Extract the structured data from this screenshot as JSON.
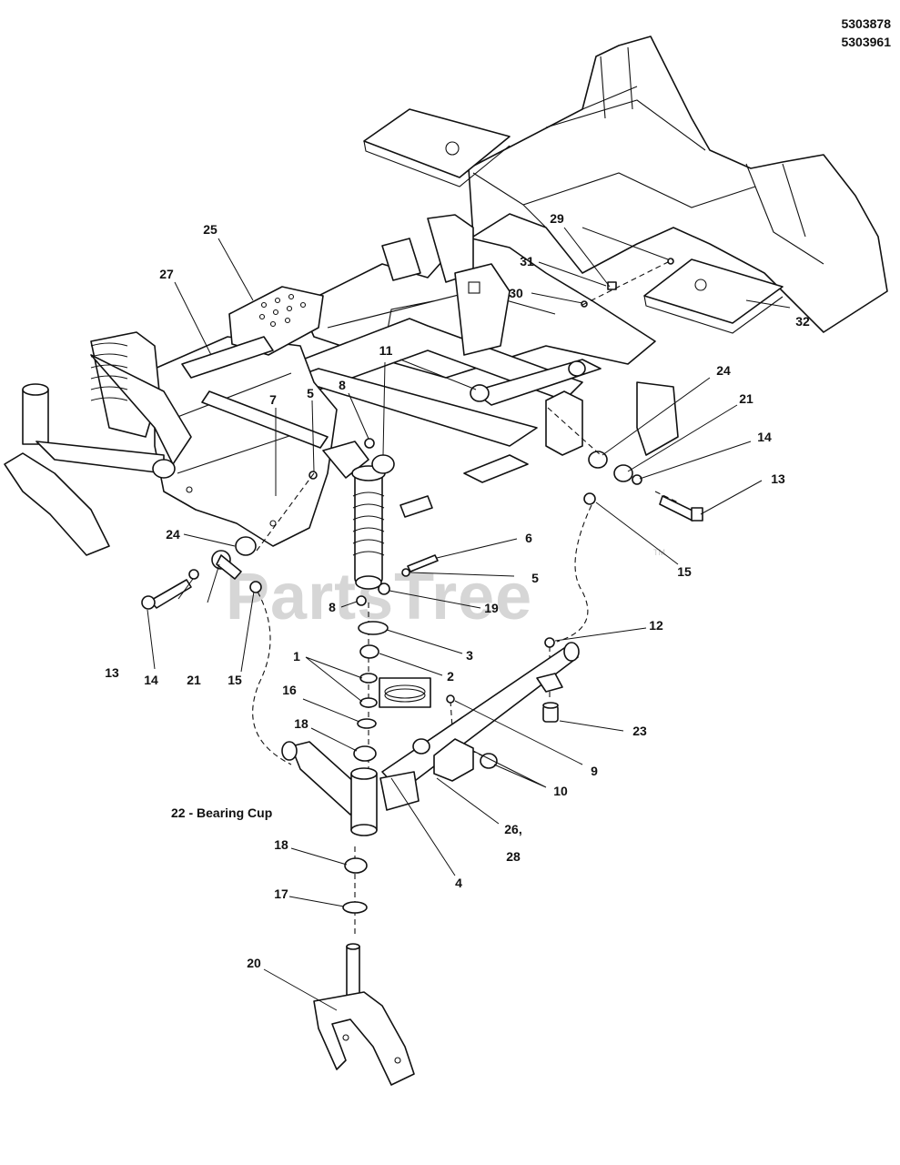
{
  "part_numbers": [
    "5303878",
    "5303961"
  ],
  "watermark": {
    "text": "PartsTree",
    "mark": "TM"
  },
  "callouts": [
    {
      "id": "c25",
      "text": "25"
    },
    {
      "id": "c27",
      "text": "27"
    },
    {
      "id": "c29",
      "text": "29"
    },
    {
      "id": "c31",
      "text": "31"
    },
    {
      "id": "c30",
      "text": "30"
    },
    {
      "id": "c32",
      "text": "32"
    },
    {
      "id": "c11",
      "text": "11"
    },
    {
      "id": "c7",
      "text": "7"
    },
    {
      "id": "c5a",
      "text": "5"
    },
    {
      "id": "c8a",
      "text": "8"
    },
    {
      "id": "c24a",
      "text": "24"
    },
    {
      "id": "c21a",
      "text": "21"
    },
    {
      "id": "c14a",
      "text": "14"
    },
    {
      "id": "c13a",
      "text": "13"
    },
    {
      "id": "c15a",
      "text": "15"
    },
    {
      "id": "c24b",
      "text": "24"
    },
    {
      "id": "c6",
      "text": "6"
    },
    {
      "id": "c5b",
      "text": "5"
    },
    {
      "id": "c8b",
      "text": "8"
    },
    {
      "id": "c19",
      "text": "19"
    },
    {
      "id": "c13b",
      "text": "13"
    },
    {
      "id": "c14b",
      "text": "14"
    },
    {
      "id": "c21b",
      "text": "21"
    },
    {
      "id": "c15b",
      "text": "15"
    },
    {
      "id": "c3",
      "text": "3"
    },
    {
      "id": "c12",
      "text": "12"
    },
    {
      "id": "c1",
      "text": "1"
    },
    {
      "id": "c2",
      "text": "2"
    },
    {
      "id": "c16",
      "text": "16"
    },
    {
      "id": "c18a",
      "text": "18"
    },
    {
      "id": "c23",
      "text": "23"
    },
    {
      "id": "c9",
      "text": "9"
    },
    {
      "id": "c10",
      "text": "10"
    },
    {
      "id": "c22",
      "text": "22 - Bearing Cup"
    },
    {
      "id": "c26",
      "text": "26,"
    },
    {
      "id": "c28",
      "text": "28"
    },
    {
      "id": "c4",
      "text": "4"
    },
    {
      "id": "c18b",
      "text": "18"
    },
    {
      "id": "c17",
      "text": "17"
    },
    {
      "id": "c20",
      "text": "20"
    }
  ]
}
